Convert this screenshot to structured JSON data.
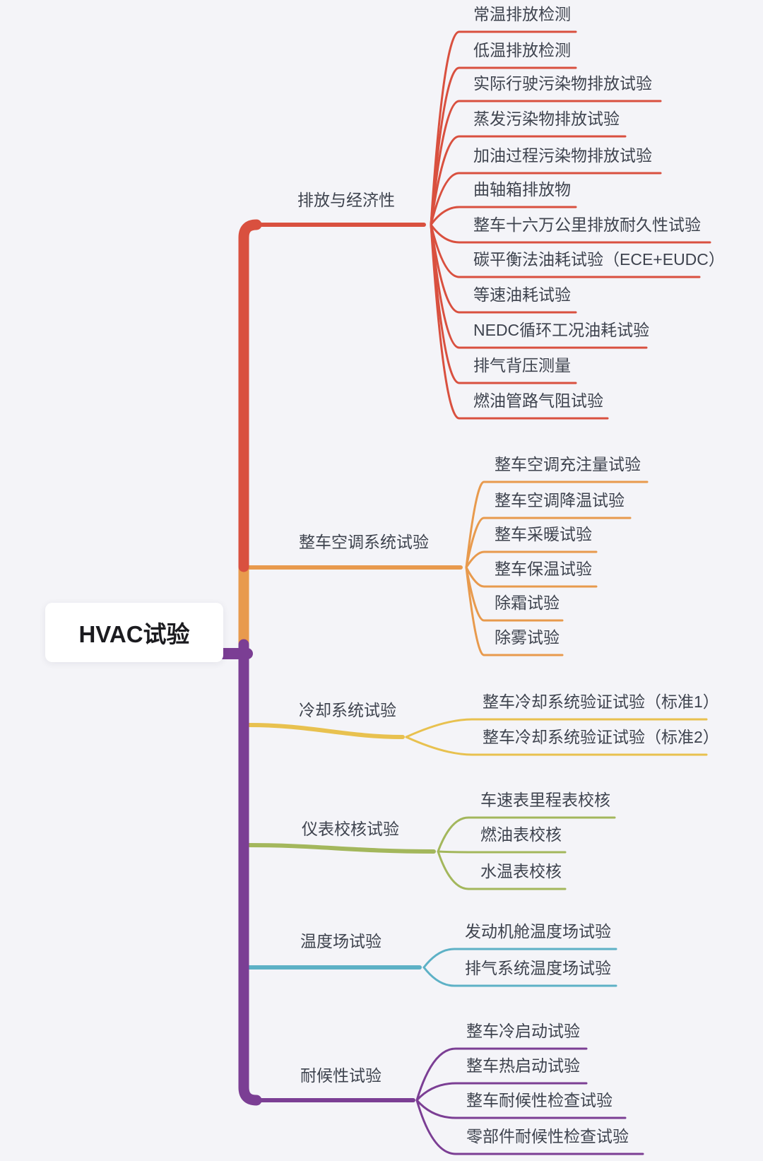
{
  "root": {
    "label": "HVAC试验"
  },
  "colors": {
    "background": "#f4f4f8",
    "node_bg": "#ffffff",
    "root_text": "#1b1b1f",
    "text": "#3e434e",
    "red": "#d9503f",
    "orange": "#e89a4d",
    "yellow": "#e8c14f",
    "green": "#a3b75c",
    "teal": "#5db1c6",
    "purple": "#7b3e94"
  },
  "branches": [
    {
      "id": "emissions-economy",
      "label": "排放与经济性",
      "color": "#d9503f",
      "children": [
        "常温排放检测",
        "低温排放检测",
        "实际行驶污染物排放试验",
        "蒸发污染物排放试验",
        "加油过程污染物排放试验",
        "曲轴箱排放物",
        "整车十六万公里排放耐久性试验",
        "碳平衡法油耗试验（ECE+EUDC）",
        "等速油耗试验",
        "NEDC循环工况油耗试验",
        "排气背压测量",
        "燃油管路气阻试验"
      ]
    },
    {
      "id": "hvac-ac-system",
      "label": "整车空调系统试验",
      "color": "#e89a4d",
      "children": [
        "整车空调充注量试验",
        "整车空调降温试验",
        "整车采暖试验",
        "整车保温试验",
        "除霜试验",
        "除雾试验"
      ]
    },
    {
      "id": "cooling-system",
      "label": "冷却系统试验",
      "color": "#e8c14f",
      "children": [
        "整车冷却系统验证试验（标准1）",
        "整车冷却系统验证试验（标准2）"
      ]
    },
    {
      "id": "instrument-calibration",
      "label": "仪表校核试验",
      "color": "#a3b75c",
      "children": [
        "车速表里程表校核",
        "燃油表校核",
        "水温表校核"
      ]
    },
    {
      "id": "temperature-field",
      "label": "温度场试验",
      "color": "#5db1c6",
      "children": [
        "发动机舱温度场试验",
        "排气系统温度场试验"
      ]
    },
    {
      "id": "weather-resistance",
      "label": "耐候性试验",
      "color": "#7b3e94",
      "children": [
        "整车冷启动试验",
        "整车热启动试验",
        "整车耐候性检查试验",
        "零部件耐候性检查试验"
      ]
    }
  ]
}
